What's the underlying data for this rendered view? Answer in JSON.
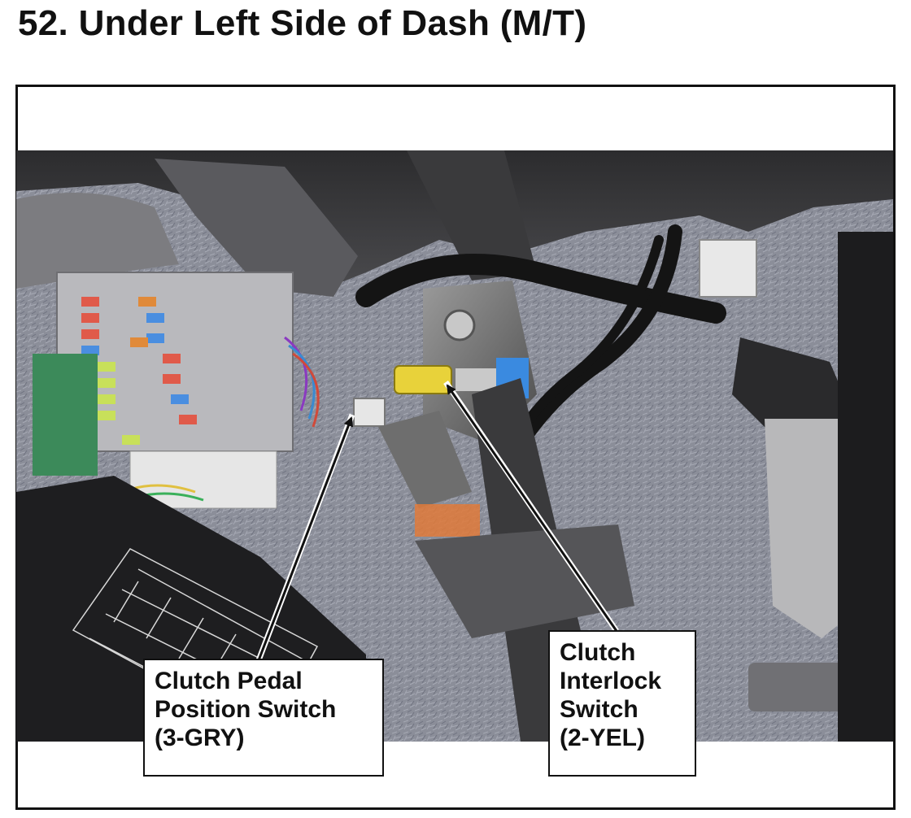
{
  "title": "52.  Under Left Side of Dash (M/T)",
  "callouts": {
    "clutch_pedal": {
      "lines": [
        "Clutch Pedal",
        "Position Switch",
        "(3-GRY)"
      ]
    },
    "clutch_interlock": {
      "lines": [
        "Clutch",
        "Interlock",
        "Switch",
        "(2-YEL)"
      ]
    }
  },
  "colors": {
    "connector_yellow": "#e8d23a",
    "connector_white": "#e6e6e6",
    "fuse_box": "#b8b8b8",
    "carpet": "#8a8c96",
    "wire_harness": "#141414",
    "bracket_orange": "#e07a3a"
  }
}
